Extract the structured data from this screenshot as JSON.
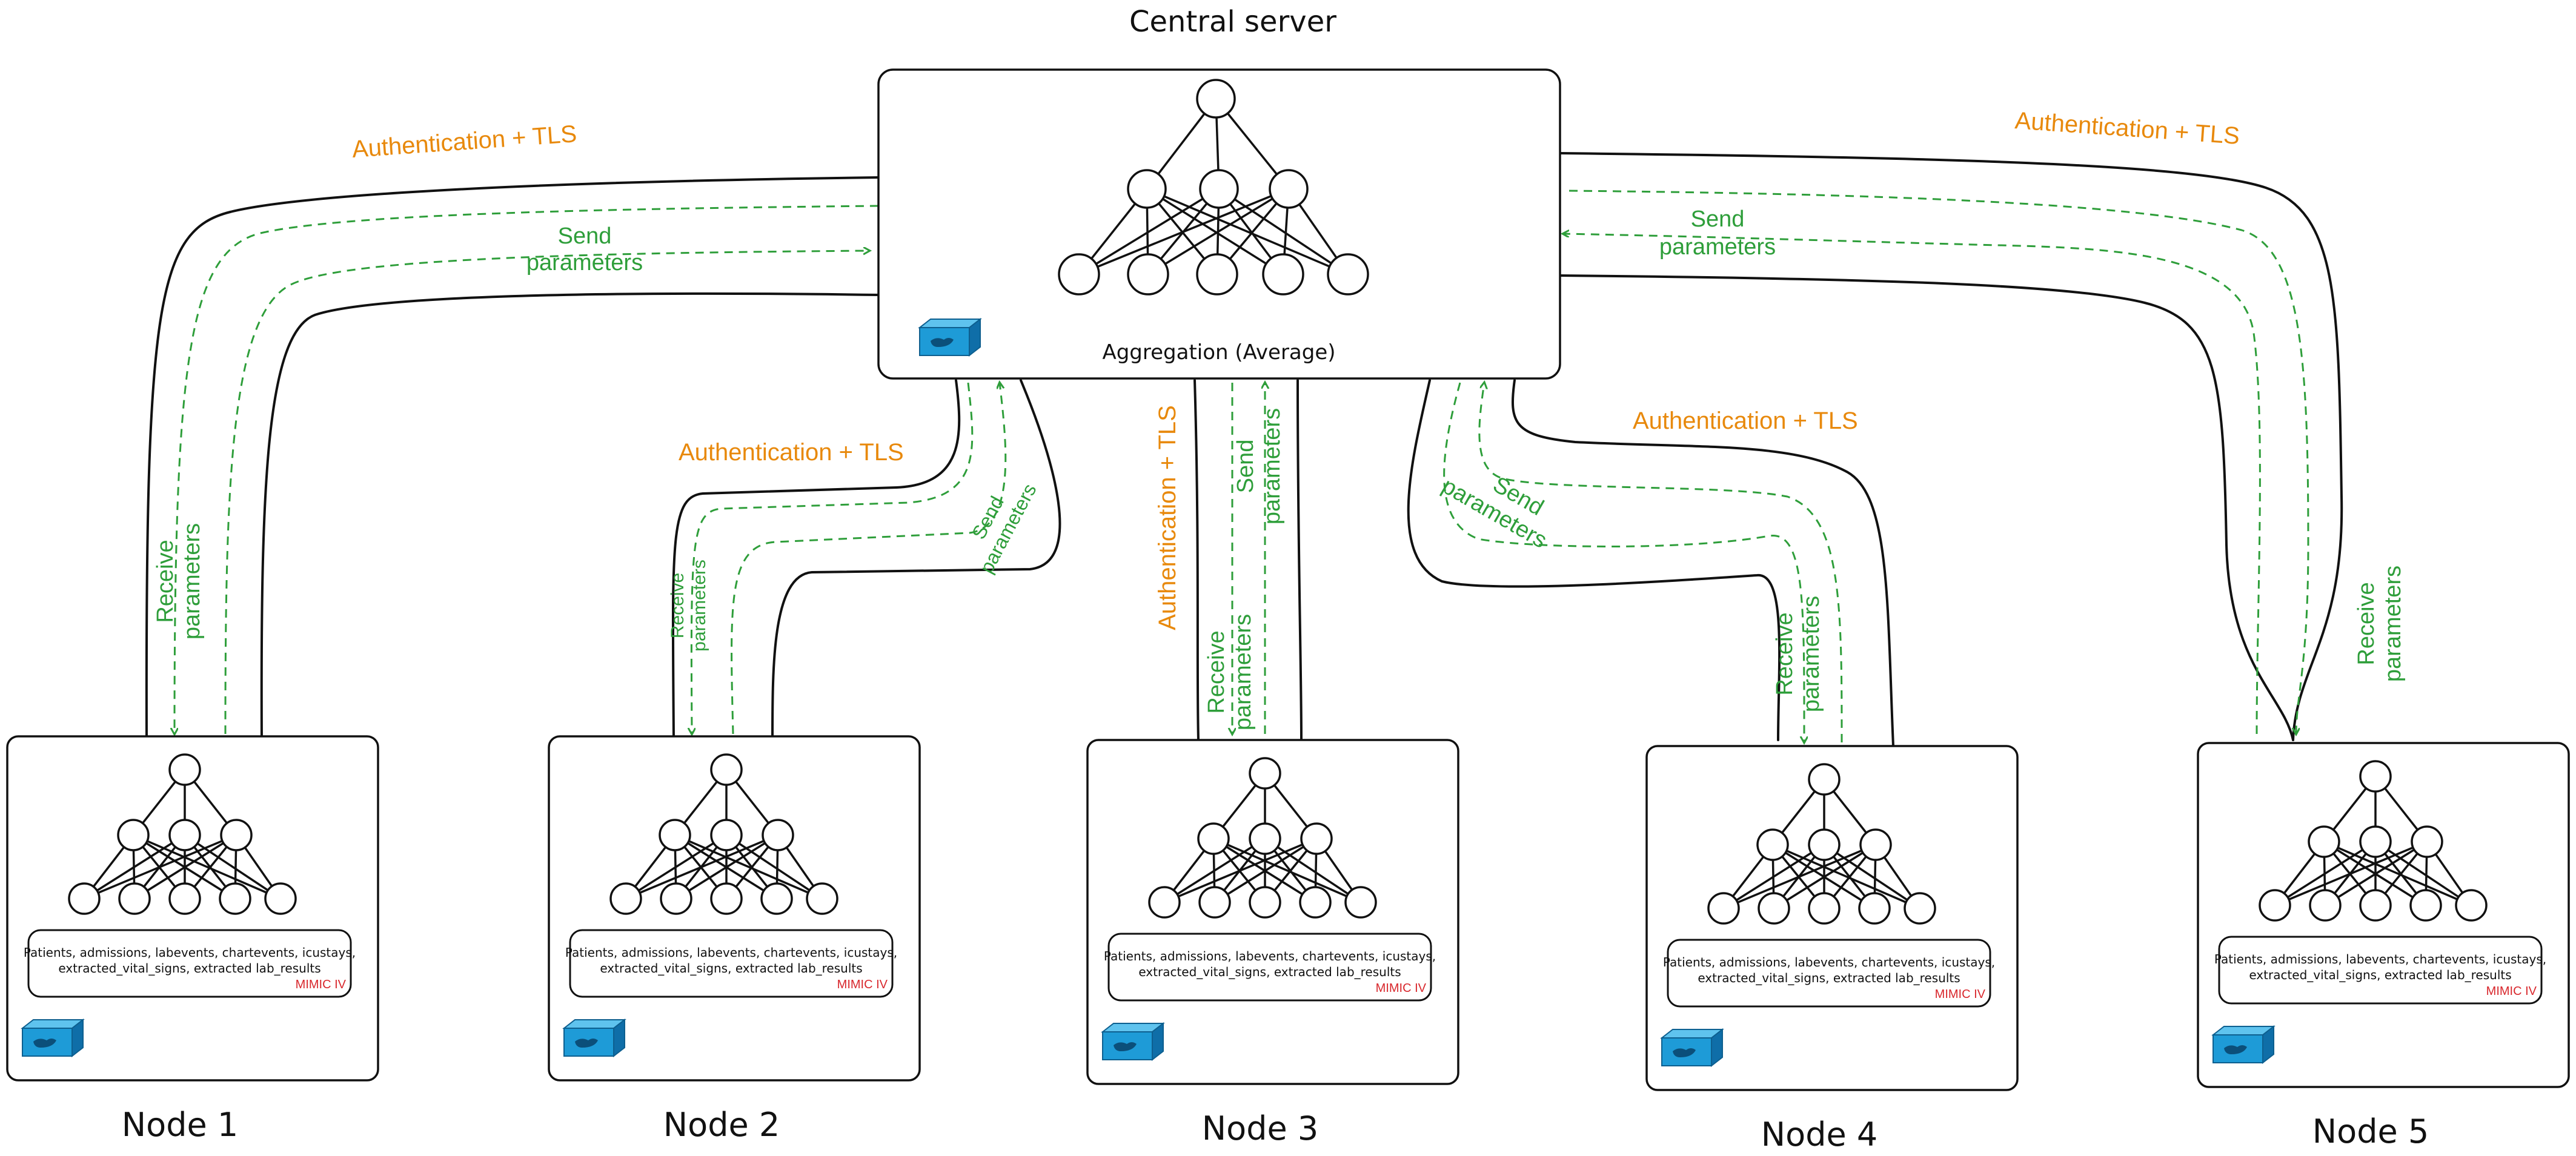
{
  "colors": {
    "accent_orange": "#e8890c",
    "param_green": "#2e9e3a",
    "mimic_red": "#d8262b",
    "docker_blue": "#1e9bd7"
  },
  "server": {
    "title": "Central server",
    "caption": "Aggregation (Average)",
    "icon": "docker-container-icon"
  },
  "channels": {
    "auth": "Authentication + TLS",
    "send_1": "Send",
    "send_2": "parameters",
    "recv_1": "Receive",
    "recv_2": "parameters"
  },
  "nodes": [
    {
      "label": "Node 1",
      "dataset_line1": "Patients, admissions, labevents, chartevents, icustays,",
      "dataset_line2": "extracted_vital_signs, extracted lab_results",
      "dataset_source": "MIMIC IV"
    },
    {
      "label": "Node 2",
      "dataset_line1": "Patients, admissions, labevents, chartevents, icustays,",
      "dataset_line2": "extracted_vital_signs, extracted lab_results",
      "dataset_source": "MIMIC IV"
    },
    {
      "label": "Node 3",
      "dataset_line1": "Patients, admissions, labevents, chartevents, icustays,",
      "dataset_line2": "extracted_vital_signs, extracted lab_results",
      "dataset_source": "MIMIC IV"
    },
    {
      "label": "Node 4",
      "dataset_line1": "Patients, admissions, labevents, chartevents, icustays,",
      "dataset_line2": "extracted_vital_signs, extracted lab_results",
      "dataset_source": "MIMIC IV"
    },
    {
      "label": "Node 5",
      "dataset_line1": "Patients, admissions, labevents, chartevents, icustays,",
      "dataset_line2": "extracted_vital_signs, extracted lab_results",
      "dataset_source": "MIMIC IV"
    }
  ]
}
